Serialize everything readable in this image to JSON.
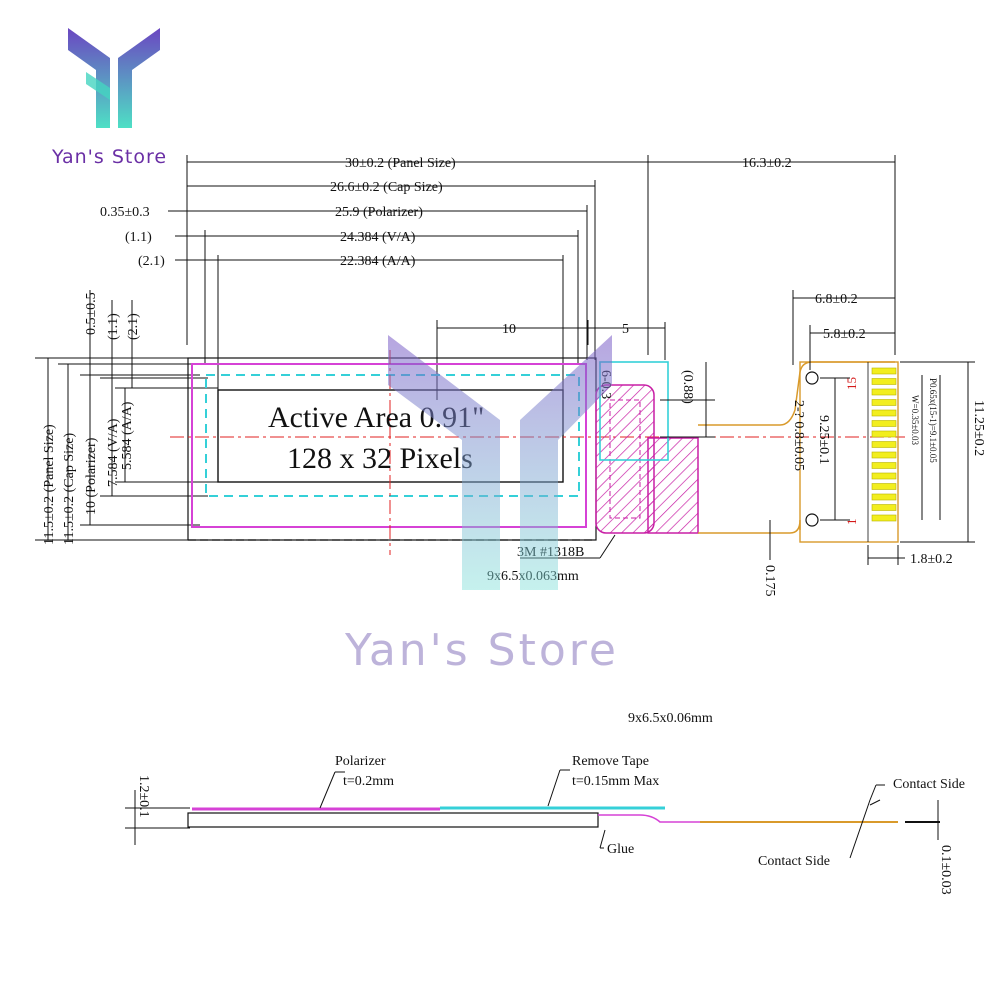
{
  "store": {
    "name": "Yan's Store",
    "watermark": "Yan's Store"
  },
  "display": {
    "title": "Active Area 0.91\"",
    "resolution": "128 x 32 Pixels"
  },
  "dims_top": {
    "panel_size": "30±0.2 (Panel Size)",
    "fpc_length": "16.3±0.2",
    "cap_size": "26.6±0.2 (Cap Size)",
    "pol_offset": "0.35±0.3",
    "polarizer": "25.9 (Polarizer)",
    "va_offset": "(1.1)",
    "va": "24.384 (V/A)",
    "aa_offset": "(2.1)",
    "aa": "22.384 (A/A)",
    "ten": "10",
    "five": "5",
    "fpc_68": "6.8±0.2",
    "fpc_58": "5.8±0.2"
  },
  "dims_left": {
    "v_offset": "0.5±0.5",
    "v_11": "(1.1)",
    "v_21": "(2.1)",
    "panel_h": "11.5±0.2 (Panel Size)",
    "cap_h": "11.5±0.2 (Cap Size)",
    "pol_h": "10 (Polarizer)",
    "va_h": "7.584 (V/A)",
    "aa_h": "5.584 (A/A)"
  },
  "dims_mid": {
    "d6": "6-0.3",
    "d088": "(0.88)",
    "d925": "9.25±0.1",
    "holes": "2-? 0.8±0.05",
    "d1125": "11.25±0.2",
    "d0175": "0.175",
    "d18": "1.8±0.2",
    "pitch": "P0.65x(15-1)=9.1±0.05",
    "width": "W=0.35±0.03",
    "pin15": "15",
    "pin1": "1"
  },
  "tape": {
    "label": "3M #1318B",
    "size": "9x6.5x0.063mm"
  },
  "side": {
    "tape_size": "9x6.5x0.06mm",
    "thickness": "1.2±0.1",
    "polarizer": "Polarizer",
    "pol_t": "t=0.2mm",
    "remove_tape": "Remove Tape",
    "tape_t": "t=0.15mm Max",
    "contact_side_top": "Contact Side",
    "contact_side_bottom": "Contact Side",
    "glue": "Glue",
    "fpc_t": "0.1±0.03"
  },
  "colors": {
    "magenta": "#d642d6",
    "cyan": "#35d0d8",
    "red": "#e02020",
    "yellow": "#f2ee1e",
    "brand": "#6a2fa5",
    "fpc": "#d99a2b"
  }
}
